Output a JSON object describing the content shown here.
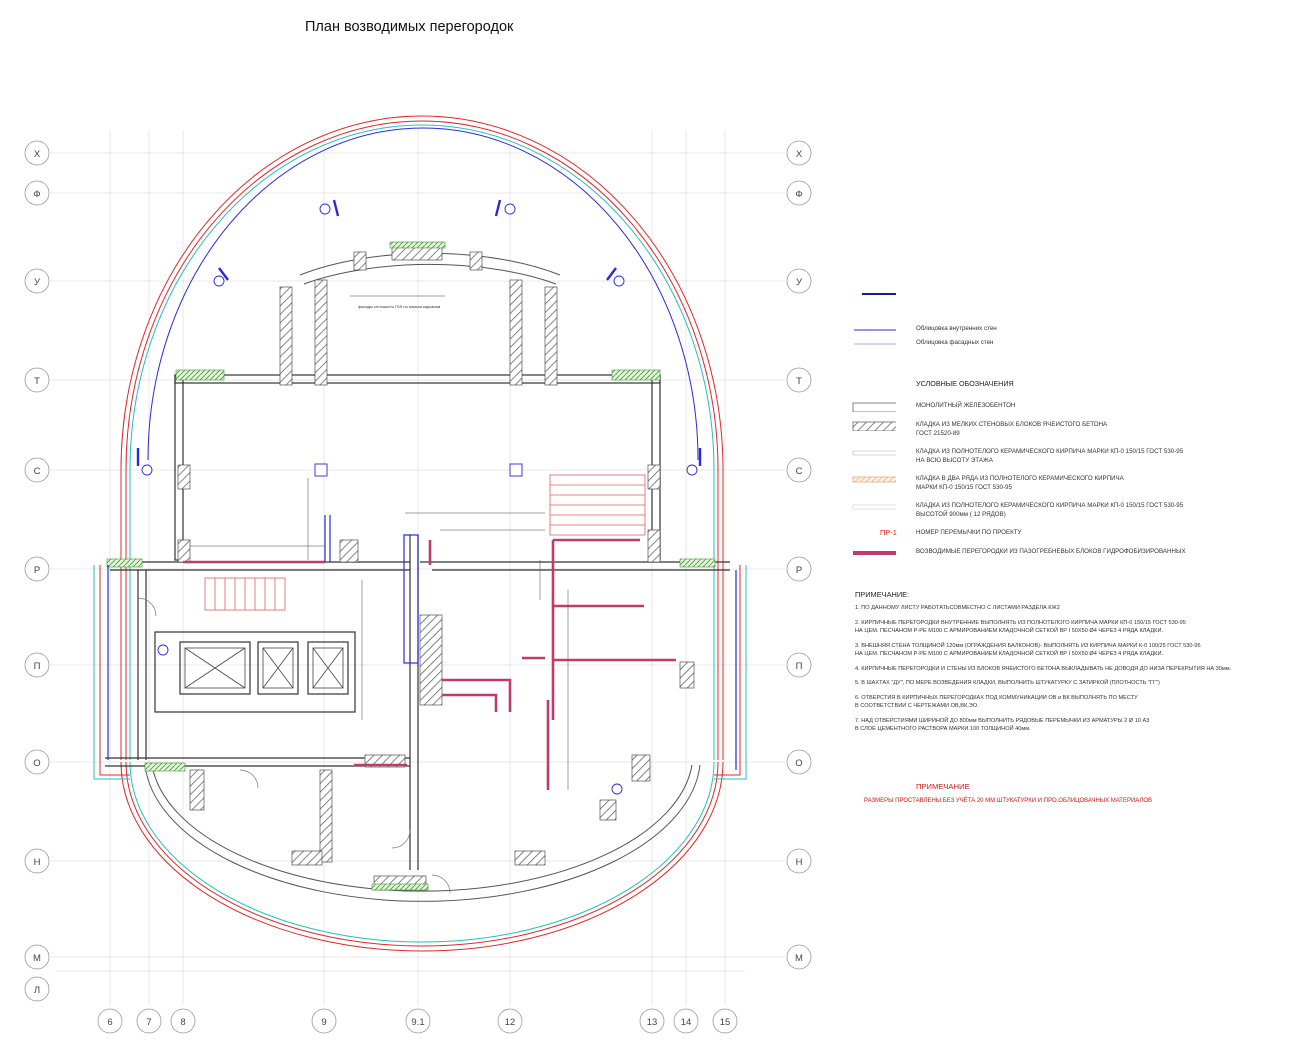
{
  "title": "План возводимых перегородок",
  "axes": {
    "rows_left": [
      "Х",
      "Ф",
      "У",
      "Т",
      "С",
      "Р",
      "П",
      "О",
      "Н",
      "М",
      "Л"
    ],
    "rows_right": [
      "Х",
      "Ф",
      "У",
      "Т",
      "С",
      "Р",
      "П",
      "О",
      "Н",
      "М"
    ],
    "columns": [
      "6",
      "7",
      "8",
      "9",
      "9.1",
      "12",
      "13",
      "14",
      "15"
    ]
  },
  "plan_note": "фасады сплошного ГКЛ по малым каркасам",
  "legend": {
    "facing_inner": "Облицовка внутренних стен",
    "facing_facade": "Облицовка фасадных стен",
    "heading": "УСЛОВНЫЕ ОБОЗНАЧЕНИЯ",
    "monolithic": "МОНОЛИТНЫЙ ЖЕЛЕЗОБЕНТОН",
    "aerated_1": "КЛАДКА ИЗ  МЕЛКИХ СТЕНОВЫХ БЛОКОВ ЯЧЕИСТОГО БЕТОНА",
    "aerated_2": "ГОСТ 21520-89",
    "brick_full_1": "КЛАДКА ИЗ ПОЛНОТЕЛОГО КЕРАМИЧЕСКОГО КИРПИЧА  МАРКИ КП-0 150/15 ГОСТ 530-95",
    "brick_full_2": "НА ВСЮ ВЫСОТУ ЭТАЖА",
    "brick_two_1": "КЛАДКА  В ДВА РЯДА ИЗ ПОЛНОТЕЛОГО КЕРАМИЧЕСКОГО КИРПИЧА",
    "brick_two_2": "МАРКИ КП-0 150/15 ГОСТ 530-95",
    "brick_900_1": "КЛАДКА ИЗ ПОЛНОТЕЛОГО КЕРАМИЧЕСКОГО КИРПИЧА  МАРКИ КП-0 150/15 ГОСТ 530-95",
    "brick_900_2": "ВЫСОТОЙ 900мм ( 12 РЯДОВ)",
    "lintel_code": "ПР-1",
    "lintel": "НОМЕР ПЕРЕМЫЧКИ ПО ПРОЕКТУ",
    "partitions": "ВОЗВОДИМЫЕ ПЕРЕГОРОДКИ ИЗ ПАЗОГРЕБНЕВЫХ БЛОКОВ ГИДРОФОБИЗИРОВАННЫХ"
  },
  "notes": {
    "title": "ПРИМЕЧАНИЕ:",
    "items": [
      [
        "1. ПО ДАННОМУ ЛИСТУ РАБОТАТЬСОВМЕСТНО С ЛИСТАМИ РАЗДЕЛА КЖ2"
      ],
      [
        "2. КИРПИЧНЫЕ ПЕРЕГОРОДКИ ВНУТРЕННИЕ ВЫПОЛНЯТЬ ИЗ     ПОЛНОТЕЛОГО КИРПИЧА  МАРКИ КП-0 150/15 ГОСТ 530-95",
        "    НА ЦЕМ. ПЕСЧАНОМ Р-РЕ М100 С АРМИРОВАНИЕМ КЛАДОЧНОЙ СЕТКОЙ ВР I 50Х50 Ø4 ЧЕРЕЗ 4 РЯДА КЛАДКИ."
      ],
      [
        "3. ВНЕШНЯЯ СТЕНА ТОЛЩИНОЙ 120мм (ОГРАЖДЕНИЯ БАЛКОНОВ)- ВЫПОЛНЯТЬ ИЗ КИРПИЧА МАРКИ К-0 100/25 ГОСТ 530-95",
        "    НА ЦЕМ. ПЕСЧАНОМ Р-РЕ М100 С АРМИРОВАНИЕМ КЛАДОЧНОЙ СЕТКОЙ ВР I 50Х50 Ø4 ЧЕРЕЗ 4 РЯДА КЛАДКИ."
      ],
      [
        "4. КИРПИЧНЫЕ ПЕРЕГОРОДКИ И СТЕНЫ ИЗ БЛОКОВ ЯЧЕИСТОГО  БЕТОНА  ВЫКЛАДЫВАТЬ НЕ ДОВОДЯ ДО НИЗА ПЕРЕКРЫТИЯ НА 30мм."
      ],
      [
        "5. В ШАХТАХ \"ДУ\", ПО МЕРЕ ВОЗВЕДЕНИЯ КЛАДКИ, ВЫПОЛНИТЬ ШТУКАТУРКУ С ЗАТИРКОЙ (ПЛОТНОСТЬ \"ГГ\")"
      ],
      [
        "6. ОТВЕРСТИЯ В КИРПИЧНЫХ ПЕРЕГОРОДКАХ ПОД КОММУНИКАЦИИ ОВ и ВК ВЫПОЛНЯТЬ ПО МЕСТУ",
        "    В СООТВЕТСТВИИ С ЧЕРТЕЖАМИ  ОВ,ВК,ЭО."
      ],
      [
        "7. НАД ОТВЕРСТИЯМИ ШИРИНОЙ ДО 800мм ВЫПОЛНИТЬ РЯДОВЫЕ ПЕРЕМЫЧКИ ИЗ АРМАТУРЫ  2 Ø 10 А3",
        "    В СЛОЕ ЦЕМЕНТНОГО РАСТВОРА МАРКИ 100 ТОЛЩИНОЙ 40мм."
      ]
    ]
  },
  "red_note": {
    "title": "ПРИМЕЧАНИЕ",
    "text": "РАЗМЕРЫ ПРОСТАВЛЕНЫ БЕЗ УЧЁТА 20 ММ ШТУКАТУРКИ И ПРО.ОБЛИЦОВАЧНЫХ МАТЕРИАЛОВ"
  },
  "colors": {
    "outline_red": "#e0282c",
    "outline_cyan": "#20c0c0",
    "facing_blue": "#2a2ad8",
    "partition": "#c23a6a",
    "hatch": "#555555",
    "brick_green": "#3a9a3a",
    "stair_red": "#e06060"
  },
  "icons": [
    "column-marker-icon",
    "axis-bubble-icon",
    "elevator-icon",
    "stair-icon",
    "door-swing-icon"
  ]
}
